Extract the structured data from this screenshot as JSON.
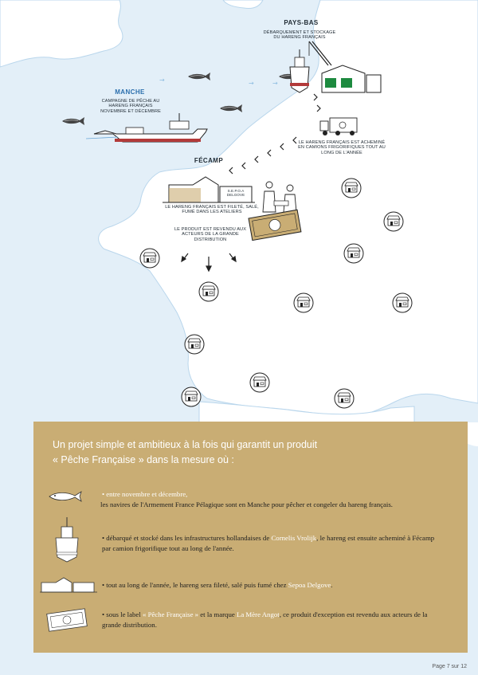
{
  "map": {
    "labels": {
      "pays_bas": "PAYS-BAS",
      "pays_bas_caption": "DÉBARQUEMENT ET STOCKAGE DU HARENG FRANÇAIS",
      "manche": "MANCHE",
      "manche_caption": "CAMPAGNE DE PÊCHE AU HARENG FRANÇAIS NOVEMBRE ET DÉCEMBRE",
      "truck_caption": "LE HARENG FRANÇAIS EST ACHEMINÉ EN CAMIONS FRIGORIFIQUES TOUT AU LONG DE L'ANNÉE",
      "fecamp": "FÉCAMP",
      "fecamp_caption": "LE HARENG FRANÇAIS EST FILETÉ, SALÉ, FUMÉ DANS LES ATELIERS",
      "product_caption": "LE PRODUIT EST REVENDU AUX ACTEURS DE LA GRANDE DISTRIBUTION",
      "factory_sign": "S.E.P.O.A DELGOVE"
    }
  },
  "panel": {
    "title_line1": "Un projet simple et ambitieux à la fois qui garantit un produit",
    "title_line2": "« Pêche Française » dans la mesure où :",
    "items": [
      {
        "icon": "herring-icon",
        "pre": "• entre novembre et décembre,",
        "line2": "les navires de l'Armement France Pélagique sont en Manche pour pêcher et congeler du hareng français."
      },
      {
        "icon": "trawler-icon",
        "pre": "• débarqué et stocké dans les infrastructures hollandaises de ",
        "hl": "Cornelis Vrolijk",
        "post": ", le hareng est ensuite acheminé à Fécamp par camion frigorifique tout au long de l'année."
      },
      {
        "icon": "factory-icon",
        "pre": "• tout au long de l'année, le hareng sera fileté, salé puis fumé chez ",
        "hl": "Sepoa Delgove",
        "post": "."
      },
      {
        "icon": "product-pack-icon",
        "pre": "• sous le label ",
        "hl": "« Pêche Française »",
        "mid": " et la marque ",
        "hl2": "La Mère Angot",
        "post": ", ce produit d'exception est revendu aux acteurs de la grande distribution."
      }
    ]
  },
  "footer": {
    "page": "Page 7 sur 12"
  },
  "colors": {
    "sea": "#e3eff8",
    "land": "#ffffff",
    "panel": "#c9ad74",
    "highlight": "#ffffff",
    "coast": "#b9d6ec"
  }
}
